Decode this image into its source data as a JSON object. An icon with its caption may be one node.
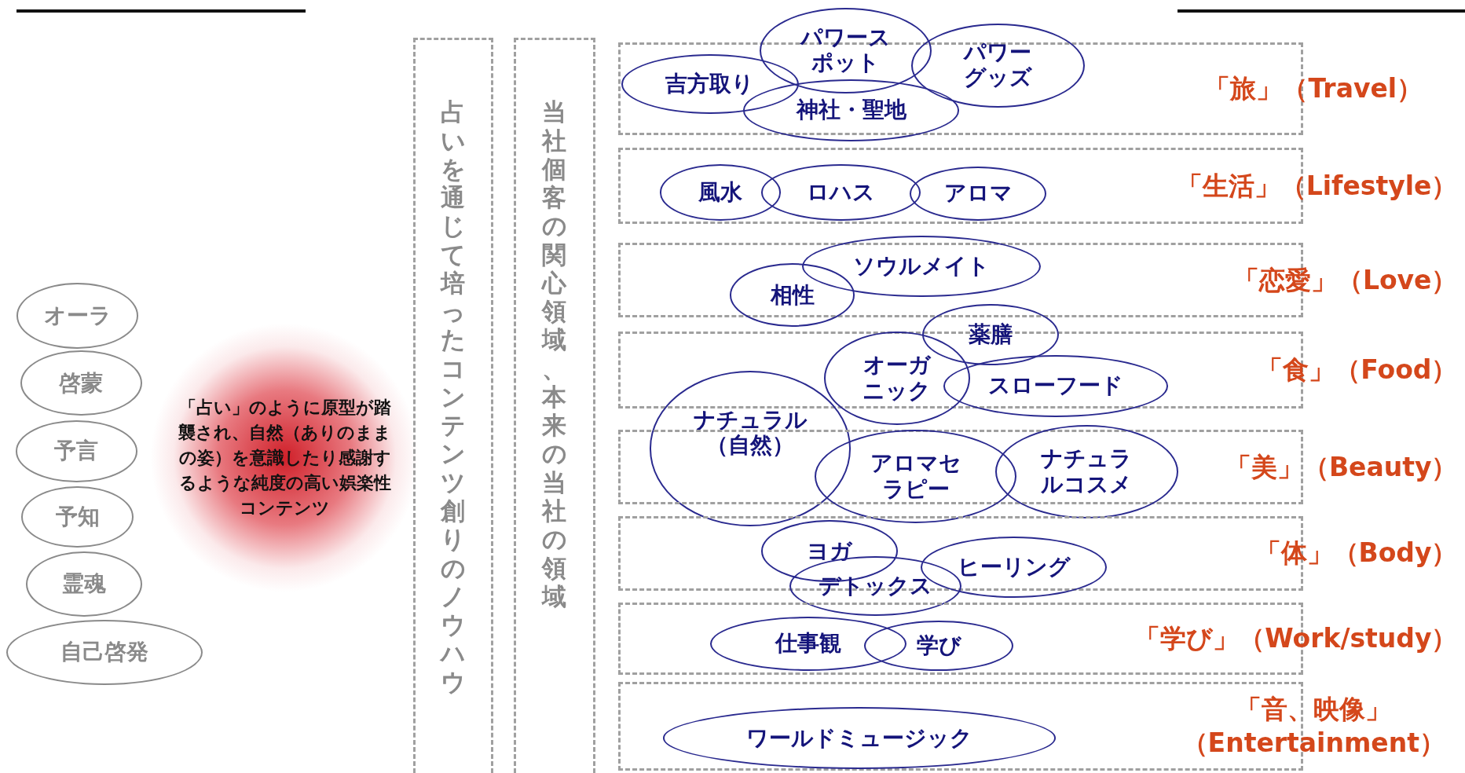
{
  "diagram": {
    "nodes": [
      {
        "text": [
          "オーラ"
        ]
      },
      {
        "text": [
          "啓蒙"
        ]
      },
      {
        "text": [
          "予言"
        ]
      },
      {
        "text": [
          "予知"
        ]
      },
      {
        "text": [
          "霊魂"
        ]
      },
      {
        "text": [
          "自己啓発"
        ]
      },
      {
        "text": [
          "「占い」のように原型が踏襲され、自然（ありのままの姿）を意識したり感謝するような純度の高い娯楽性コンテンツ"
        ]
      },
      {
        "text": [
          "占いを通じて培ったコンテンツ創りのノウハウ"
        ]
      },
      {
        "text": [
          "当社個客の関心領域、本来の当社の領域"
        ]
      },
      {
        "text": [
          "「旅」（Travel）"
        ]
      },
      {
        "text": [
          "吉方取り"
        ],
        "in": 9
      },
      {
        "text": [
          "パワースポット"
        ]
      },
      {
        "text": [
          "パワーグッズ"
        ]
      },
      {
        "text": [
          "神社・聖地"
        ]
      },
      {
        "text": [
          "「生活」（Lifestyle）"
        ]
      },
      {
        "text": [
          "風水"
        ],
        "in": 14
      },
      {
        "text": [
          "ロハス"
        ],
        "in": 14
      },
      {
        "text": [
          "アロマ"
        ],
        "in": 14
      },
      {
        "text": [
          "「恋愛」（Love）"
        ]
      },
      {
        "text": [
          "ソウルメイト"
        ]
      },
      {
        "text": [
          "相性"
        ]
      },
      {
        "text": [
          "「食」（Food）"
        ]
      },
      {
        "text": [
          "薬膳"
        ]
      },
      {
        "text": [
          "オーガニック"
        ]
      },
      {
        "text": [
          "スローフード"
        ]
      },
      {
        "text": [
          "ナチュラル（自然）"
        ]
      },
      {
        "text": [
          "「美」（Beauty）"
        ]
      },
      {
        "text": [
          "アロマセラピー"
        ]
      },
      {
        "text": [
          "ナチュラルコスメ"
        ]
      },
      {
        "text": [
          "「体」（Body）"
        ]
      },
      {
        "text": [
          "ヨガ"
        ],
        "in": 29
      },
      {
        "text": [
          "ヒーリング"
        ]
      },
      {
        "text": [
          "デトックス"
        ]
      },
      {
        "text": [
          "「学び」（Work/study）"
        ]
      },
      {
        "text": [
          "仕事観"
        ],
        "in": 33
      },
      {
        "text": [
          "学び"
        ],
        "in": 33
      },
      {
        "text": [
          "「音、映像」（Entertainment）"
        ]
      },
      {
        "text": [
          "ワールドミュージック"
        ],
        "in": 36
      }
    ]
  }
}
